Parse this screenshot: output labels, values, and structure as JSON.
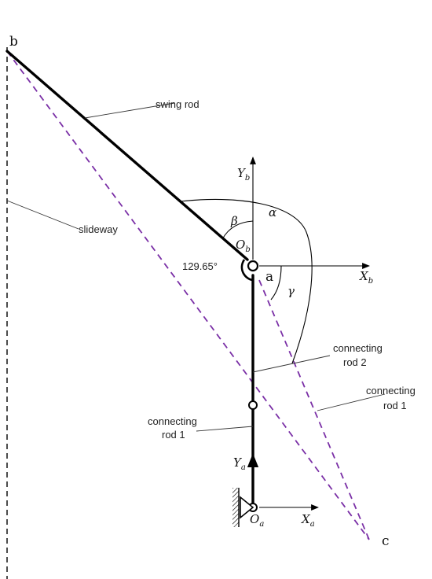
{
  "labels": {
    "point_b": "b",
    "point_a": "a",
    "point_c": "c",
    "swing_rod": "swing rod",
    "slideway": "slideway",
    "angle_value": "129.65°",
    "conn_rod2_line1": "connecting",
    "conn_rod2_line2": "rod 2",
    "conn_rod1_right_line1": "connecting",
    "conn_rod1_right_line2": "rod 1",
    "conn_rod1_left_line1": "connecting",
    "conn_rod1_left_line2": "rod 1",
    "beta": "β",
    "alpha": "α",
    "gamma": "γ",
    "Ob_main": "O",
    "Ob_sub": "b",
    "Oa_main": "O",
    "Oa_sub": "a",
    "Yb_main": "Y",
    "Yb_sub": "b",
    "Xb_main": "X",
    "Xb_sub": "b",
    "Ya_main": "Y",
    "Ya_sub": "a",
    "Xa_main": "X",
    "Xa_sub": "a"
  },
  "colors": {
    "dashed_lines": "#7a2fa6",
    "rods": "#000000"
  }
}
